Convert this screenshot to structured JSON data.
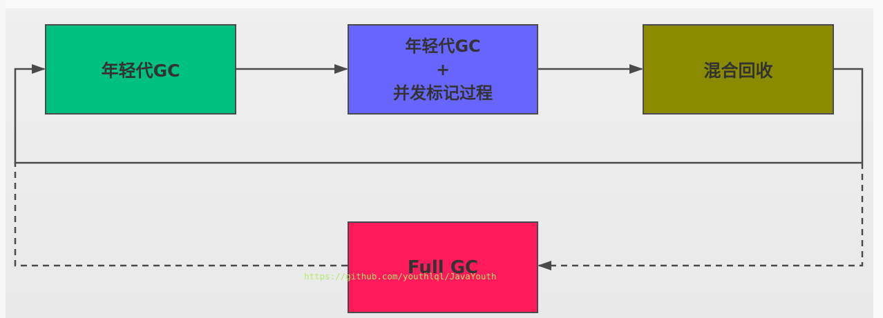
{
  "colors": {
    "background": "#ededed",
    "young_gc_fill": "#00c080",
    "concurrent_fill": "#6666ff",
    "mixed_fill": "#8b8b00",
    "full_gc_fill": "#ff1a5b",
    "stroke": "#4a4a4a",
    "watermark": "#b7e86a"
  },
  "nodes": {
    "young_gc": {
      "label": "年轻代GC"
    },
    "concurrent": {
      "line1": "年轻代GC",
      "line2": "+",
      "line3": "并发标记过程"
    },
    "mixed": {
      "label": "混合回收"
    },
    "full_gc": {
      "label": "Full GC"
    }
  },
  "watermark": "https://github.com/youthlql/JavaYouth"
}
